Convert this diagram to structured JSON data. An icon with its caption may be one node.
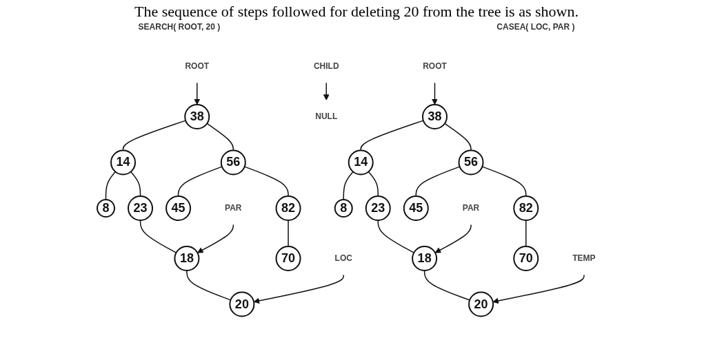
{
  "diagram": {
    "title": "The sequence of steps followed for deleting 20 from the tree is as shown.",
    "nodes": [
      {
        "text": [
          "ROOT"
        ]
      },
      {
        "text": [
          "38"
        ]
      },
      {
        "text": [
          "14"
        ]
      },
      {
        "text": [
          "56"
        ]
      },
      {
        "text": [
          "8"
        ]
      },
      {
        "text": [
          "23"
        ]
      },
      {
        "text": [
          "45"
        ]
      },
      {
        "text": [
          "82"
        ]
      },
      {
        "text": [
          "PAR"
        ]
      },
      {
        "text": [
          "18"
        ]
      },
      {
        "text": [
          "70"
        ]
      },
      {
        "text": [
          "LOC"
        ]
      },
      {
        "text": [
          "20"
        ]
      },
      {
        "text": [
          "ROOT"
        ]
      },
      {
        "text": [
          "CHILD"
        ]
      },
      {
        "text": [
          "NULL"
        ]
      },
      {
        "text": [
          "38"
        ]
      },
      {
        "text": [
          "14"
        ]
      },
      {
        "text": [
          "56"
        ]
      },
      {
        "text": [
          "8"
        ]
      },
      {
        "text": [
          "23"
        ]
      },
      {
        "text": [
          "45"
        ]
      },
      {
        "text": [
          "82"
        ]
      },
      {
        "text": [
          "PAR"
        ]
      },
      {
        "text": [
          "18"
        ]
      },
      {
        "text": [
          "70"
        ]
      },
      {
        "text": [
          "TEMP"
        ]
      },
      {
        "text": [
          "20"
        ]
      }
    ],
    "edges": [
      {
        "from": 0,
        "to": 1,
        "arrow": "to"
      },
      {
        "from": 1,
        "to": 2,
        "arrow": "none"
      },
      {
        "from": 1,
        "to": 3,
        "arrow": "none"
      },
      {
        "from": 2,
        "to": 4,
        "arrow": "none"
      },
      {
        "from": 2,
        "to": 5,
        "arrow": "none"
      },
      {
        "from": 3,
        "to": 6,
        "arrow": "none"
      },
      {
        "from": 3,
        "to": 7,
        "arrow": "none"
      },
      {
        "from": 5,
        "to": 9,
        "arrow": "none"
      },
      {
        "from": 7,
        "to": 10,
        "arrow": "none"
      },
      {
        "from": 8,
        "to": 9,
        "arrow": "to"
      },
      {
        "from": 9,
        "to": 12,
        "arrow": "none"
      },
      {
        "from": 11,
        "to": 12,
        "arrow": "to"
      },
      {
        "from": 13,
        "to": 16,
        "arrow": "to"
      },
      {
        "from": 14,
        "to": 15,
        "arrow": "to"
      },
      {
        "from": 16,
        "to": 17,
        "arrow": "none"
      },
      {
        "from": 16,
        "to": 18,
        "arrow": "none"
      },
      {
        "from": 17,
        "to": 19,
        "arrow": "none"
      },
      {
        "from": 17,
        "to": 20,
        "arrow": "none"
      },
      {
        "from": 18,
        "to": 21,
        "arrow": "none"
      },
      {
        "from": 18,
        "to": 22,
        "arrow": "none"
      },
      {
        "from": 20,
        "to": 24,
        "arrow": "none"
      },
      {
        "from": 22,
        "to": 25,
        "arrow": "none"
      },
      {
        "from": 23,
        "to": 24,
        "arrow": "to"
      },
      {
        "from": 24,
        "to": 27,
        "arrow": "none"
      },
      {
        "from": 26,
        "to": 27,
        "arrow": "to"
      }
    ],
    "labels": [
      "SEARCH( ROOT, 20 )",
      "CASEA( LOC, PAR )"
    ]
  }
}
